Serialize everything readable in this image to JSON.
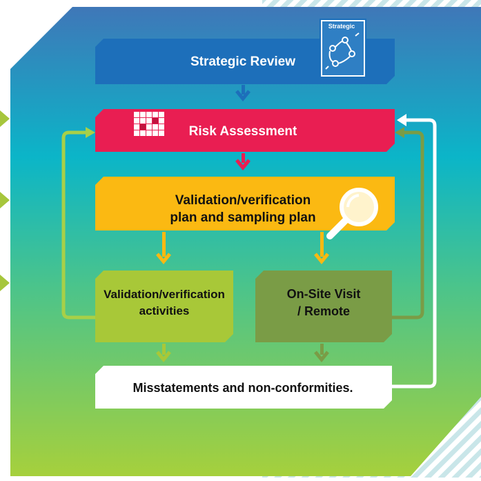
{
  "steps": {
    "strategic_review": "Strategic Review",
    "strategic_badge": "Strategic",
    "risk_assessment": "Risk Assessment",
    "plan_line1": "Validation/verification",
    "plan_line2": "plan and sampling plan",
    "activities_line1": "Validation/verification",
    "activities_line2": "activities",
    "onsite_line1": "On-Site Visit",
    "onsite_line2": "/ Remote",
    "misstatements": "Misstatements and non-conformities."
  },
  "colors": {
    "background_top": "#3f77b8",
    "background_mid": "#0fb6c4",
    "background_bottom": "#a6d03c",
    "strategic_review": "#1d6fba",
    "risk_assessment": "#e91e52",
    "plan": "#fbb912",
    "activities": "#a8c838",
    "onsite": "#7a9c46",
    "misstatements": "#ffffff",
    "loop_left": "#a8d048",
    "loop_right_inner": "#7a9c46",
    "loop_right_outer": "#ffffff"
  },
  "icons": [
    "strategic-icon",
    "grid-icon",
    "magnifier-icon"
  ]
}
